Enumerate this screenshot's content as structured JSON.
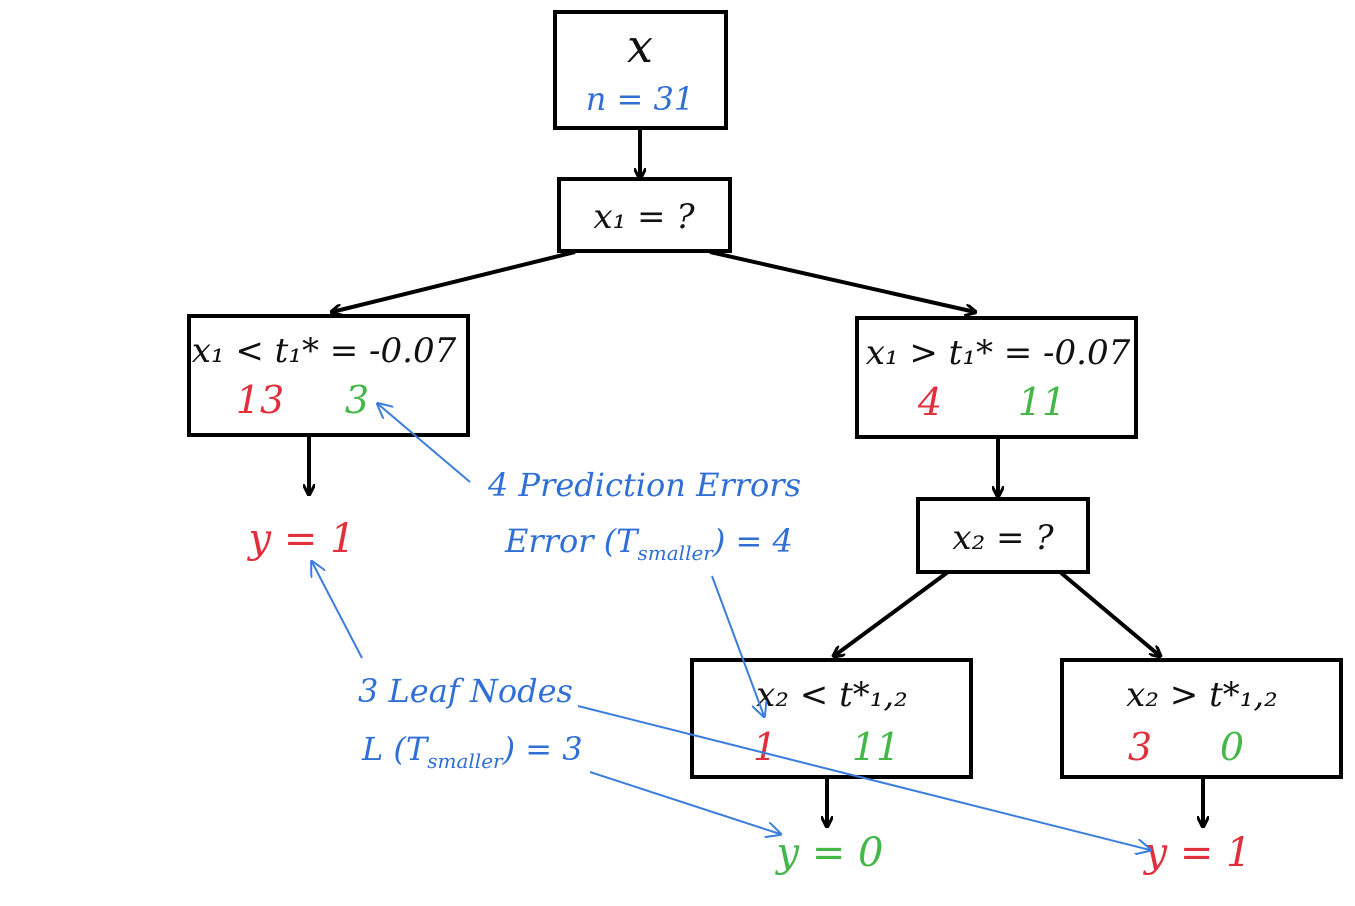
{
  "nodes": {
    "root": {
      "title": "x",
      "count": "n = 31"
    },
    "split1": {
      "title": "x₁ = ?"
    },
    "left": {
      "title": "x₁ < t₁* = -0.07",
      "red": "13",
      "green": "3"
    },
    "right": {
      "title": "x₁ > t₁* = -0.07",
      "red": "4",
      "green": "11"
    },
    "split2": {
      "title": "x₂ = ?"
    },
    "right_left": {
      "title": "x₂ < t*₁,₂",
      "red": "1",
      "green": "11"
    },
    "right_right": {
      "title": "x₂ > t*₁,₂",
      "red": "3",
      "green": "0"
    }
  },
  "leaves": {
    "left": "y = 1",
    "middle": "y = 0",
    "right": "y = 1"
  },
  "annotations": {
    "errors_line1": "4 Prediction Errors",
    "errors_line2": "Error (T",
    "errors_sub": "smaller",
    "errors_tail": ") = 4",
    "leaves_line1": "3 Leaf Nodes",
    "leaves_line2": "L (T",
    "leaves_sub": "smaller",
    "leaves_tail": ") = 3"
  },
  "colors": {
    "red": "#e0303c",
    "green": "#45b749",
    "blue": "#2f6fd6"
  }
}
